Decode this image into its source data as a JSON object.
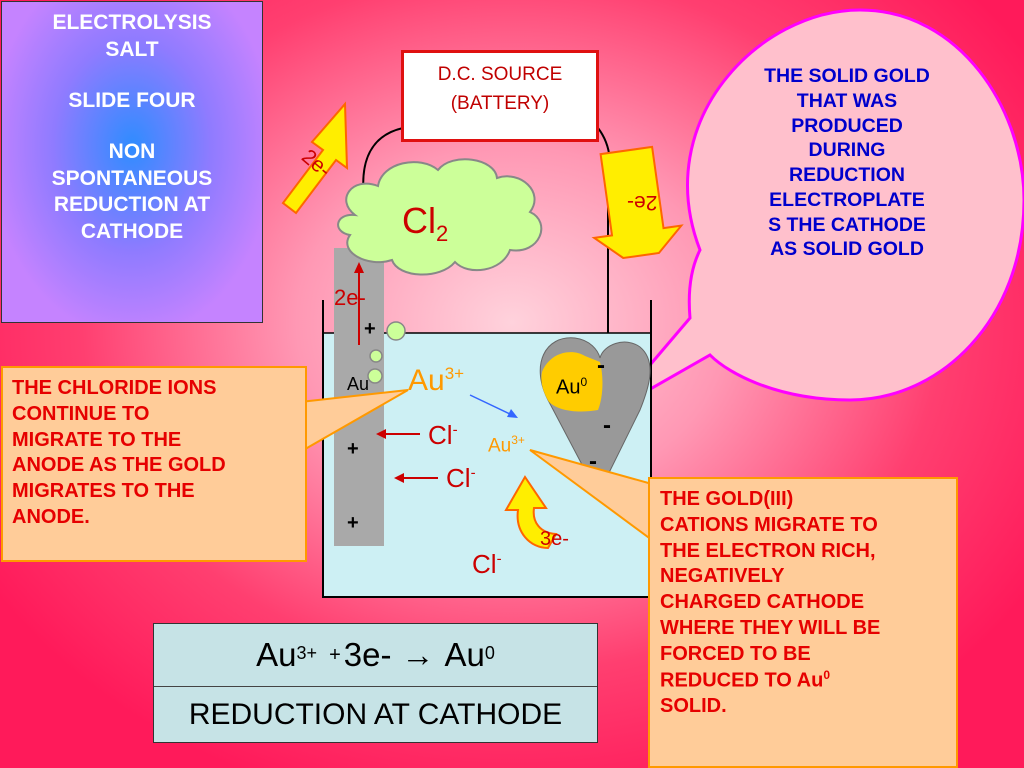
{
  "title_box": {
    "line1": "ELECTROLYSIS",
    "line2": "SALT",
    "line3": "SLIDE FOUR",
    "line4": "NON",
    "line5": "SPONTANEOUS",
    "line6": "REDUCTION  AT",
    "line7": "CATHODE"
  },
  "dc_source": {
    "line1": "D.C. SOURCE",
    "line2": "(BATTERY)"
  },
  "bubble": {
    "lines": [
      "THE SOLID GOLD",
      "THAT WAS",
      "PRODUCED",
      "DURING",
      "REDUCTION",
      "ELECTROPLATE",
      "S THE CATHODE",
      "AS SOLID GOLD"
    ]
  },
  "left_note": {
    "lines": [
      "THE CHLORIDE IONS",
      "CONTINUE TO",
      "MIGRATE TO THE",
      "ANODE AS THE GOLD",
      "MIGRATES TO THE",
      "ANODE."
    ]
  },
  "right_note": {
    "lines": [
      "THE GOLD(III)",
      "CATIONS MIGRATE TO",
      "THE ELECTRON RICH,",
      "NEGATIVELY",
      "CHARGED CATHODE",
      "WHERE THEY WILL BE",
      "FORCED TO BE"
    ],
    "line8_text": "REDUCED TO Au",
    "line8_sup": "0",
    "line9": "SOLID."
  },
  "diagram": {
    "cl2": {
      "base": "Cl",
      "sub": "2"
    },
    "arrow_left_label": "2e-",
    "arrow_right_label": "2e-",
    "anode_electrons": "2e-",
    "anode_label": "Au",
    "anode_plus": "+",
    "cathode_minus": "-",
    "cathode_deposit": {
      "base": "Au",
      "sup": "0"
    },
    "au_big": {
      "base": "Au",
      "sup": "3+"
    },
    "au_small": {
      "base": "Au",
      "sup": "3+"
    },
    "chloride": {
      "base": "Cl",
      "sup": "-"
    },
    "reduction_electrons": "3e-"
  },
  "equation": {
    "reactant": "Au",
    "reactant_charge": "3+",
    "plus": "+",
    "electrons": "3e-",
    "arrow": "→",
    "product": "Au",
    "product_charge": "0",
    "caption": "REDUCTION AT CATHODE"
  },
  "colors": {
    "background": "#ff3f70",
    "title_box": "#8f7bff",
    "note_fill": "#ffcc99",
    "note_border": "#ff9900",
    "note_text": "#e60000",
    "bubble_fill": "#ffc0cc",
    "bubble_border": "#ff00ff",
    "bubble_text": "#0000cc",
    "solution": "#cdf0f4",
    "cathode": "#999999",
    "gold": "#ffcc00",
    "arrow_fill": "#ffee00",
    "arrow_border": "#ff6600",
    "cloud_fill": "#ccff99",
    "equation_fill": "#c6e3e6"
  }
}
